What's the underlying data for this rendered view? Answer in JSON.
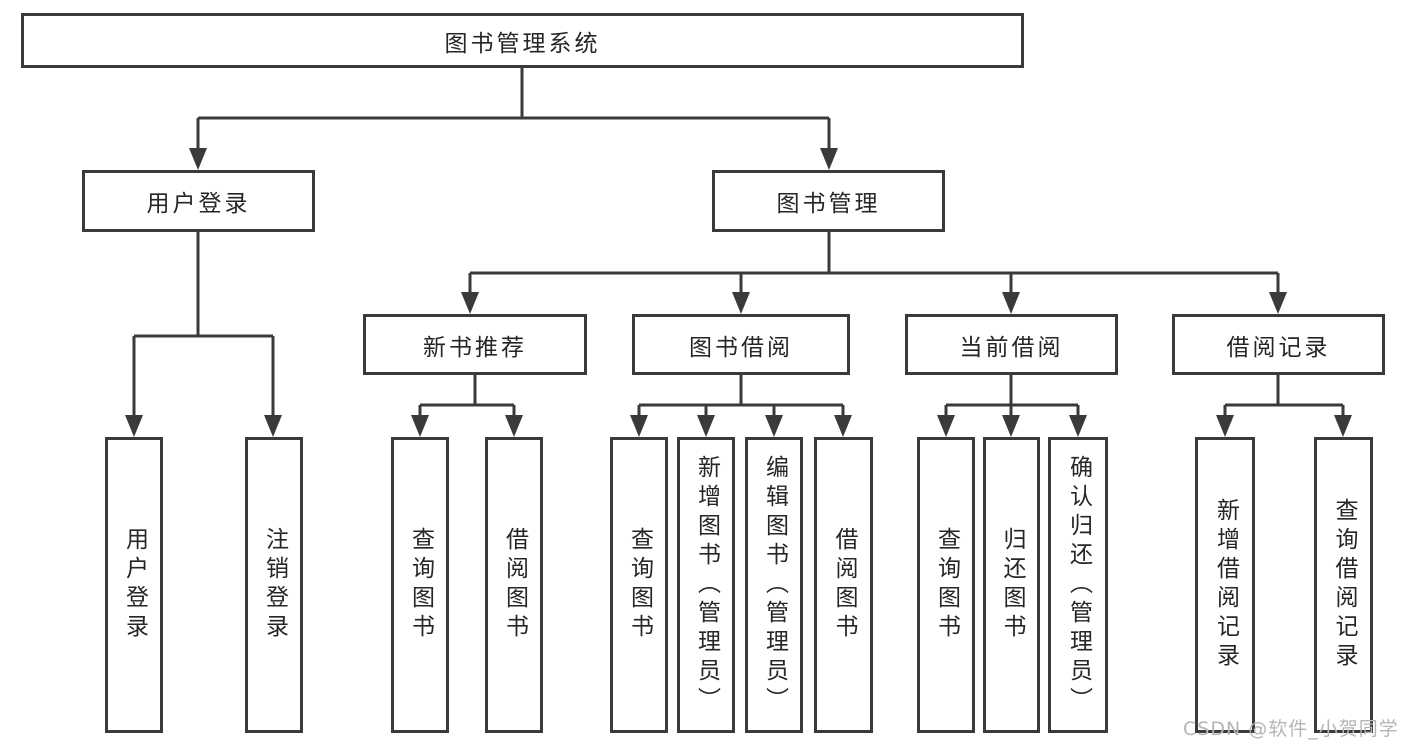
{
  "diagram_type": "hierarchy-tree",
  "tree": {
    "label": "图书管理系统",
    "children": [
      {
        "label": "用户登录",
        "children": [
          {
            "label": "用户登录"
          },
          {
            "label": "注销登录"
          }
        ]
      },
      {
        "label": "图书管理",
        "children": [
          {
            "label": "新书推荐",
            "children": [
              {
                "label": "查询图书"
              },
              {
                "label": "借阅图书"
              }
            ]
          },
          {
            "label": "图书借阅",
            "children": [
              {
                "label": "查询图书"
              },
              {
                "label": "新增图书（管理员）"
              },
              {
                "label": "编辑图书（管理员）"
              },
              {
                "label": "借阅图书"
              }
            ]
          },
          {
            "label": "当前借阅",
            "children": [
              {
                "label": "查询图书"
              },
              {
                "label": "归还图书"
              },
              {
                "label": "确认归还（管理员）"
              }
            ]
          },
          {
            "label": "借阅记录",
            "children": [
              {
                "label": "新增借阅记录"
              },
              {
                "label": "查询借阅记录"
              }
            ]
          }
        ]
      }
    ]
  },
  "watermark": "CSDN @软件_小贺同学",
  "colors": {
    "line": "#3a3a3a",
    "box_border": "#3a3a3a",
    "text": "#262626",
    "watermark": "#b5b5b5",
    "background": "#ffffff"
  }
}
